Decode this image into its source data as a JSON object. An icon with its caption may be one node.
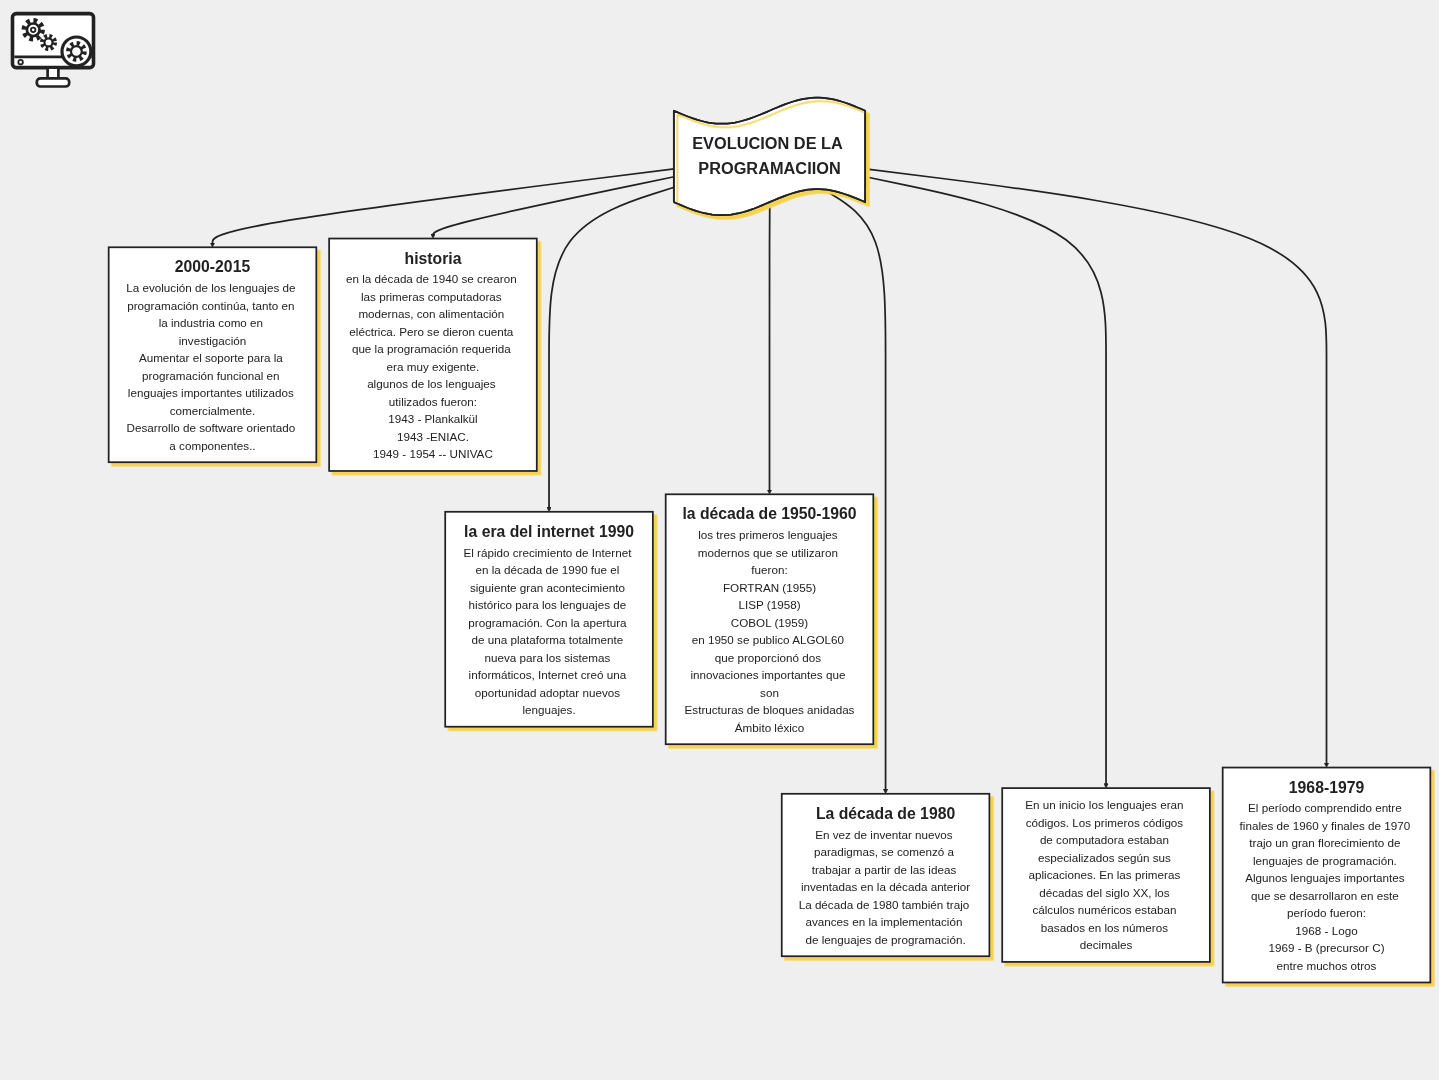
{
  "diagram": {
    "nodes": [
      {
        "text": [
          "2000-2015",
          "La evolución de los lenguajes de programación continúa, tanto en la industria como en investigación",
          "Aumentar el soporte para la programación funcional en lenguajes importantes utilizados comercialmente.",
          "Desarrollo de software orientado a componentes.."
        ]
      },
      {
        "text": [
          "historia",
          "en la década de 1940 se crearon las primeras computadoras modernas, con alimentación eléctrica. Pero se dieron cuenta que la programación requerida era muy exigente.",
          "algunos de los lenguajes utilizados fueron:",
          "1943 - Plankalkül",
          "1943 -ENIAC.",
          "1949 - 1954 -- UNIVAC"
        ]
      },
      {
        "text": [
          "la era del internet 1990",
          "El rápido crecimiento de Internet en la década de 1990 fue el siguiente gran acontecimiento histórico para los lenguajes de programación. Con la apertura de una plataforma totalmente nueva para los sistemas informáticos, Internet creó una oportunidad adoptar nuevos lenguajes."
        ]
      },
      {
        "text": [
          "EVOLUCION DE LA PROGRAMACIION"
        ]
      },
      {
        "text": [
          "la década de 1950-1960",
          "los tres primeros lenguajes modernos que se utilizaron fueron:",
          "FORTRAN (1955)",
          "LISP (1958)",
          "COBOL (1959)",
          "en 1950 se publico ALGOL60 que proporcionó dos innovaciones importantes que son",
          "Estructuras de bloques anidadas",
          "Ámbito léxico"
        ]
      },
      {
        "text": [
          "La década de 1980",
          "En vez de inventar nuevos paradigmas, se comenzó a trabajar a partir de las ideas inventadas en la década anterior",
          "La década de 1980 también trajo avances en la implementación de lenguajes de programación."
        ]
      },
      {
        "text": [
          "En un inicio los lenguajes eran códigos. Los primeros códigos de computadora estaban especializados según sus aplicaciones. En las primeras décadas del siglo XX, los cálculos numéricos estaban basados en los números decimales"
        ]
      },
      {
        "text": [
          "1968-1979",
          "El período comprendido entre finales de 1960 y finales de 1970 trajo un gran florecimiento de lenguajes de programación. Algunos lenguajes importantes que se desarrollaron en este período fueron:",
          "1968 - Logo",
          "1969 - B (precursor C)",
          "entre muchos otros"
        ]
      }
    ],
    "edges": [
      {
        "from": 3,
        "to": 0,
        "arrow": "to"
      },
      {
        "from": 3,
        "to": 1,
        "arrow": "to"
      },
      {
        "from": 3,
        "to": 2,
        "arrow": "to"
      },
      {
        "from": 3,
        "to": 4,
        "arrow": "to"
      },
      {
        "from": 3,
        "to": 5,
        "arrow": "to"
      },
      {
        "from": 3,
        "to": 6,
        "arrow": "to"
      },
      {
        "from": 3,
        "to": 7,
        "arrow": "to"
      }
    ]
  }
}
